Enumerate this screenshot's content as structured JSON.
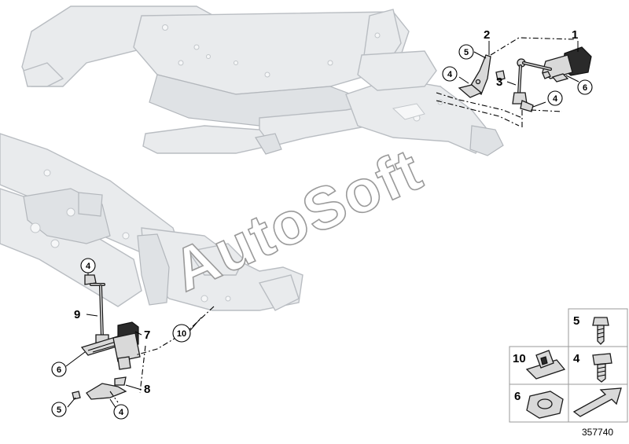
{
  "callouts": {
    "c1": "1",
    "c2": "2",
    "c3": "3",
    "c4_a": "4",
    "c4_b": "4",
    "c4_c": "4",
    "c4_d": "4",
    "c5_a": "5",
    "c5_b": "5",
    "c6_a": "6",
    "c6_b": "6",
    "c7": "7",
    "c8": "8",
    "c9": "9",
    "c10": "10"
  },
  "legend": {
    "cell_5": "5",
    "cell_4": "4",
    "cell_10": "10",
    "cell_6": "6"
  },
  "watermark": "AutoSoft",
  "diagram_id": "357740"
}
